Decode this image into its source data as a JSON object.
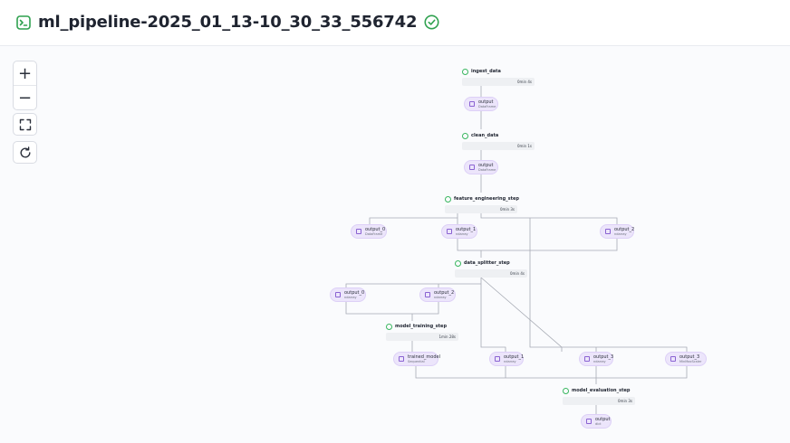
{
  "header": {
    "title": "ml_pipeline-2025_01_13-10_30_33_556742"
  },
  "controls": {
    "zoom_in": "+",
    "zoom_out": "−"
  },
  "steps": {
    "ingest_data": {
      "name": "ingest_data",
      "duration": "0min 4s"
    },
    "clean_data": {
      "name": "clean_data",
      "duration": "0min 1s"
    },
    "feature_engineering_step": {
      "name": "feature_engineering_step",
      "duration": "0min 3s"
    },
    "data_splitter_step": {
      "name": "data_splitter_step",
      "duration": "0min 4s"
    },
    "model_training_step": {
      "name": "model_training_step",
      "duration": "1min 28s"
    },
    "model_evaluation_step": {
      "name": "model_evaluation_step",
      "duration": "0min 3s"
    }
  },
  "artifacts": {
    "ingest_output": {
      "name": "output",
      "type": "DataFrame"
    },
    "clean_output": {
      "name": "output",
      "type": "DataFrame"
    },
    "fe_output_0": {
      "name": "output_0",
      "type": "DataFrame"
    },
    "fe_output_1": {
      "name": "output_1",
      "type": "ndarray"
    },
    "fe_output_2": {
      "name": "output_2",
      "type": "ndarray"
    },
    "ds_output_0": {
      "name": "output_0",
      "type": "ndarray"
    },
    "ds_output_2": {
      "name": "output_2",
      "type": "ndarray"
    },
    "trained_model": {
      "name": "trained_model",
      "type": "Sequential"
    },
    "ds_output_1": {
      "name": "output_1",
      "type": "ndarray"
    },
    "ds_output_3": {
      "name": "output_3",
      "type": "ndarray"
    },
    "fe_output_3": {
      "name": "output_3",
      "type": "MinMaxScaler"
    },
    "eval_output": {
      "name": "output",
      "type": "dict"
    }
  }
}
